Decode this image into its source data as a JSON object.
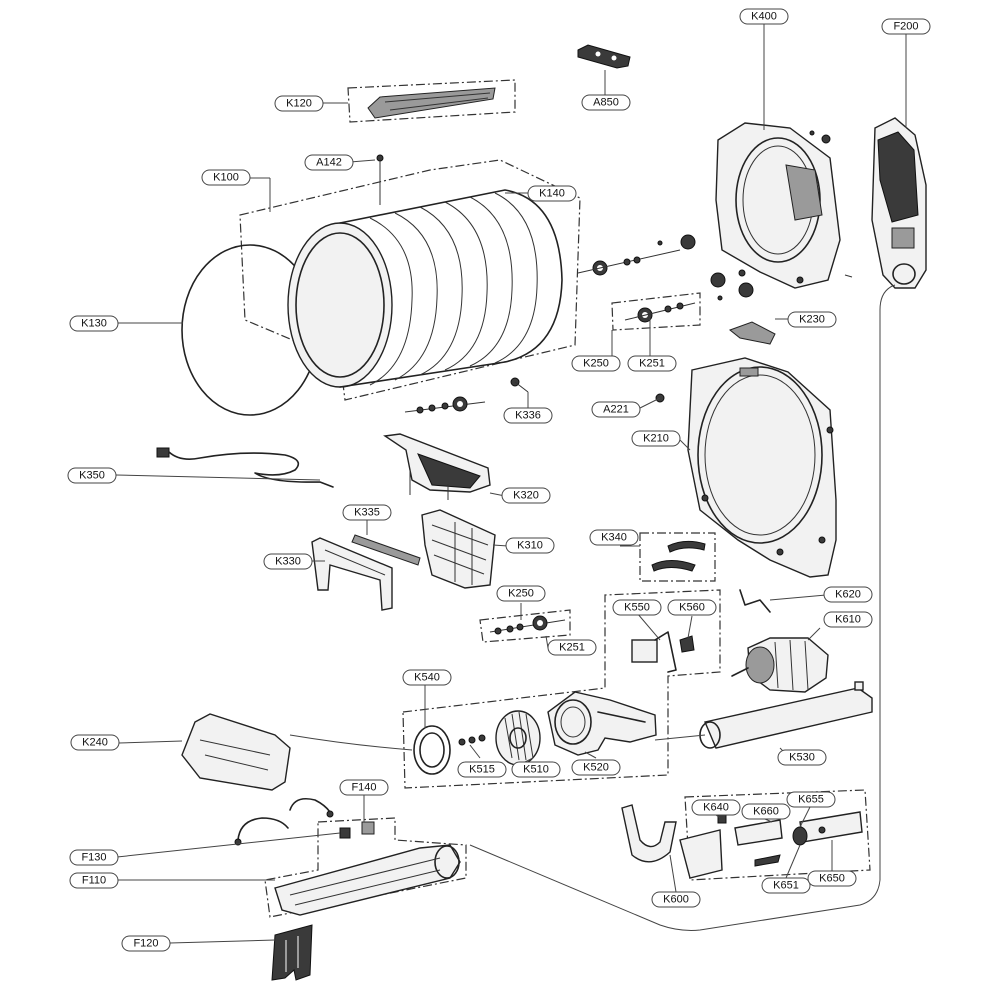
{
  "callouts": [
    {
      "key": "K400",
      "label": "K400"
    },
    {
      "key": "F200",
      "label": "F200"
    },
    {
      "key": "A850",
      "label": "A850"
    },
    {
      "key": "K120",
      "label": "K120"
    },
    {
      "key": "A142",
      "label": "A142"
    },
    {
      "key": "K100",
      "label": "K100"
    },
    {
      "key": "K140",
      "label": "K140"
    },
    {
      "key": "K130",
      "label": "K130"
    },
    {
      "key": "K230",
      "label": "K230"
    },
    {
      "key": "K250a",
      "label": "K250"
    },
    {
      "key": "K251a",
      "label": "K251"
    },
    {
      "key": "K336",
      "label": "K336"
    },
    {
      "key": "A221",
      "label": "A221"
    },
    {
      "key": "K210",
      "label": "K210"
    },
    {
      "key": "K350",
      "label": "K350"
    },
    {
      "key": "K320",
      "label": "K320"
    },
    {
      "key": "K335",
      "label": "K335"
    },
    {
      "key": "K310",
      "label": "K310"
    },
    {
      "key": "K340",
      "label": "K340"
    },
    {
      "key": "K330",
      "label": "K330"
    },
    {
      "key": "K250b",
      "label": "K250"
    },
    {
      "key": "K620",
      "label": "K620"
    },
    {
      "key": "K550",
      "label": "K550"
    },
    {
      "key": "K560",
      "label": "K560"
    },
    {
      "key": "K610",
      "label": "K610"
    },
    {
      "key": "K251b",
      "label": "K251"
    },
    {
      "key": "K540",
      "label": "K540"
    },
    {
      "key": "K240",
      "label": "K240"
    },
    {
      "key": "K515",
      "label": "K515"
    },
    {
      "key": "K510",
      "label": "K510"
    },
    {
      "key": "K520",
      "label": "K520"
    },
    {
      "key": "K530",
      "label": "K530"
    },
    {
      "key": "F140",
      "label": "F140"
    },
    {
      "key": "K640",
      "label": "K640"
    },
    {
      "key": "K660",
      "label": "K660"
    },
    {
      "key": "K655",
      "label": "K655"
    },
    {
      "key": "F130",
      "label": "F130"
    },
    {
      "key": "F110",
      "label": "F110"
    },
    {
      "key": "K651",
      "label": "K651"
    },
    {
      "key": "K650",
      "label": "K650"
    },
    {
      "key": "K600",
      "label": "K600"
    },
    {
      "key": "F120",
      "label": "F120"
    }
  ]
}
